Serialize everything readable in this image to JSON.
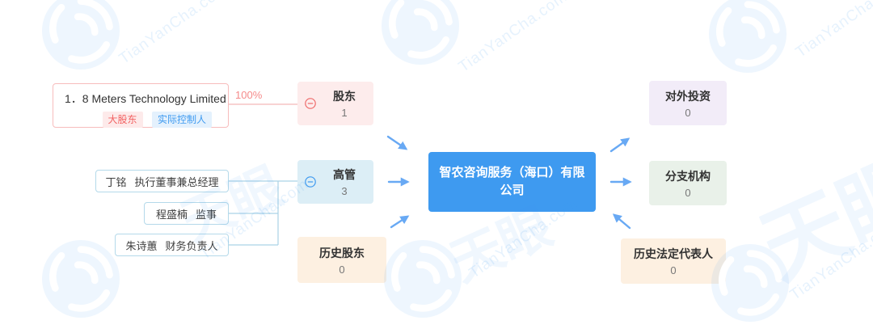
{
  "company": {
    "name": "智农咨询服务（海口）有限公司"
  },
  "shareholder": {
    "index": "1．",
    "name": "8 Meters Technology Limited",
    "percent": "100%",
    "tags": [
      {
        "label": "大股东"
      },
      {
        "label": "实际控制人"
      }
    ]
  },
  "executives": [
    {
      "name": "丁铭",
      "title": "执行董事兼总经理"
    },
    {
      "name": "程盛楠",
      "title": "监事"
    },
    {
      "name": "朱诗蕙",
      "title": "财务负责人"
    }
  ],
  "nodes": {
    "shareholders": {
      "label": "股东",
      "count": "1"
    },
    "executives": {
      "label": "高管",
      "count": "3"
    },
    "history_shareholders": {
      "label": "历史股东",
      "count": "0"
    },
    "outbound_investment": {
      "label": "对外投资",
      "count": "0"
    },
    "branches": {
      "label": "分支机构",
      "count": "0"
    },
    "history_legal_rep": {
      "label": "历史法定代表人",
      "count": "0"
    }
  },
  "watermark": {
    "text": "TianYanCha.com",
    "big_text": "天眼"
  },
  "colors": {
    "accent_blue": "#3e9af0",
    "tag_red": "#f26161",
    "arrow_blue": "#68a9f4",
    "link_pink": "#f3b9b9",
    "link_blue": "#abd3e6",
    "node_pink_bg": "#fdecec",
    "node_blue_bg": "#dceef6",
    "node_orange_bg": "#fdf0e1",
    "node_purple_bg": "#f2ecf8",
    "node_green_bg": "#e9f1e9"
  }
}
